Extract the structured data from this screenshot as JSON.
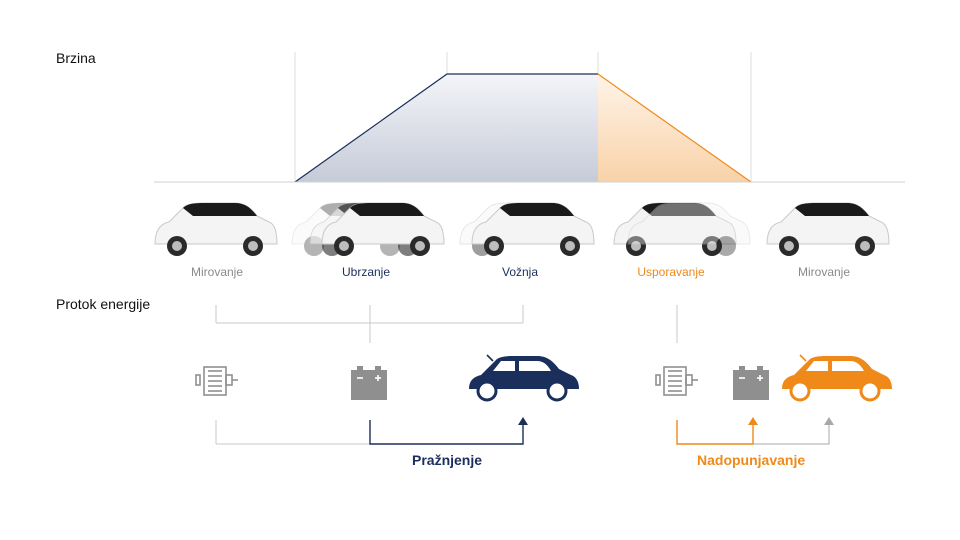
{
  "speed_label": "Brzina",
  "energy_label": "Protok energije",
  "phases": [
    {
      "label": "Mirovanje",
      "color": "#8a8a8a"
    },
    {
      "label": "Ubrzanje",
      "color": "#1b2f5c"
    },
    {
      "label": "Vožnja",
      "color": "#1b2f5c"
    },
    {
      "label": "Usporavanje",
      "color": "#ef8a1a"
    },
    {
      "label": "Mirovanje",
      "color": "#8a8a8a"
    }
  ],
  "flows": {
    "discharge": {
      "label": "Pražnjenje",
      "color": "#1b2f5c"
    },
    "recharge": {
      "label": "Nadopunjavanje",
      "color": "#ef8a1a"
    }
  },
  "icons": [
    "electric-motor-icon",
    "battery-icon",
    "car-icon"
  ],
  "colors": {
    "navy": "#1b2f5c",
    "orange": "#ef8a1a",
    "gray": "#9a9a9a"
  }
}
